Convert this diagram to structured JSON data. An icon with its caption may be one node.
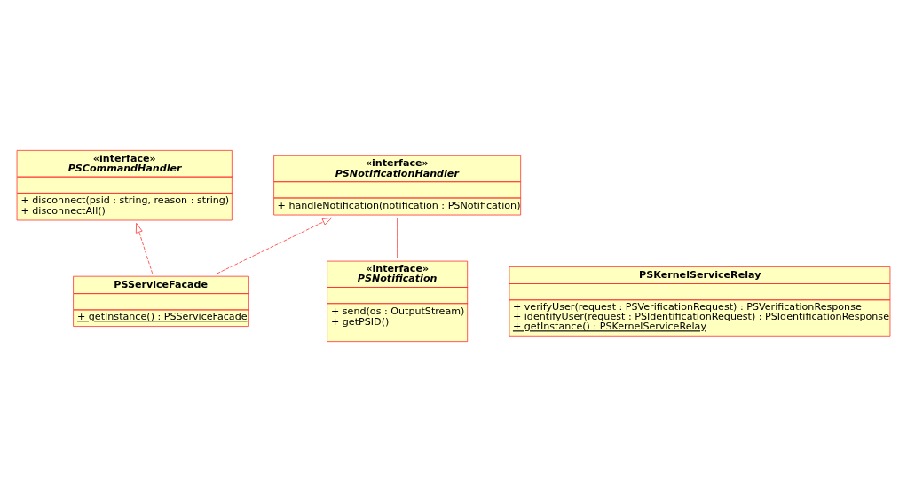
{
  "diagram": {
    "nodes": [
      {
        "text": [
          "«interface»",
          "PSCommandHandler",
          "+ disconnect(psid : string, reason : string)",
          "+ disconnectAll()"
        ]
      },
      {
        "text": [
          "«interface»",
          "PSNotificationHandler",
          "+ handleNotification(notification : PSNotification)"
        ]
      },
      {
        "text": [
          "PSServiceFacade",
          "+ getInstance() : PSServiceFacade"
        ]
      },
      {
        "text": [
          "«interface»",
          "PSNotification",
          "+ send(os : OutputStream)",
          "+ getPSID()"
        ]
      },
      {
        "text": [
          "PSKernelServiceRelay",
          "+ verifyUser(request : PSVerificationRequest) : PSVerificationResponse",
          "+ identifyUser(request : PSIdentificationRequest) : PSIdentificationResponse",
          "+ getInstance() : PSKernelServiceRelay"
        ]
      }
    ],
    "edges": [
      {
        "from": 2,
        "to": 0,
        "arrow": "to",
        "style": "dashed"
      },
      {
        "from": 2,
        "to": 1,
        "arrow": "to",
        "style": "dashed"
      },
      {
        "from": 1,
        "to": 3,
        "arrow": "none"
      }
    ]
  }
}
